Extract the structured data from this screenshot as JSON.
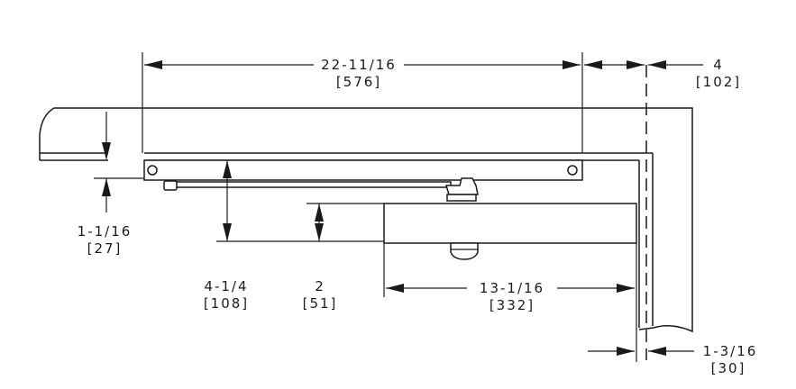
{
  "dimensions": {
    "overall_width": {
      "imperial": "22-11/16",
      "metric": "[576]"
    },
    "frame_offset": {
      "imperial": "4",
      "metric": "[102]"
    },
    "plate_height": {
      "imperial": "1-1/16",
      "metric": "[27]"
    },
    "arm_drop": {
      "imperial": "4-1/4",
      "metric": "[108]"
    },
    "body_height": {
      "imperial": "2",
      "metric": "[51]"
    },
    "body_length": {
      "imperial": "13-1/16",
      "metric": "[332]"
    },
    "jamb_offset": {
      "imperial": "1-3/16",
      "metric": "[30]"
    }
  }
}
